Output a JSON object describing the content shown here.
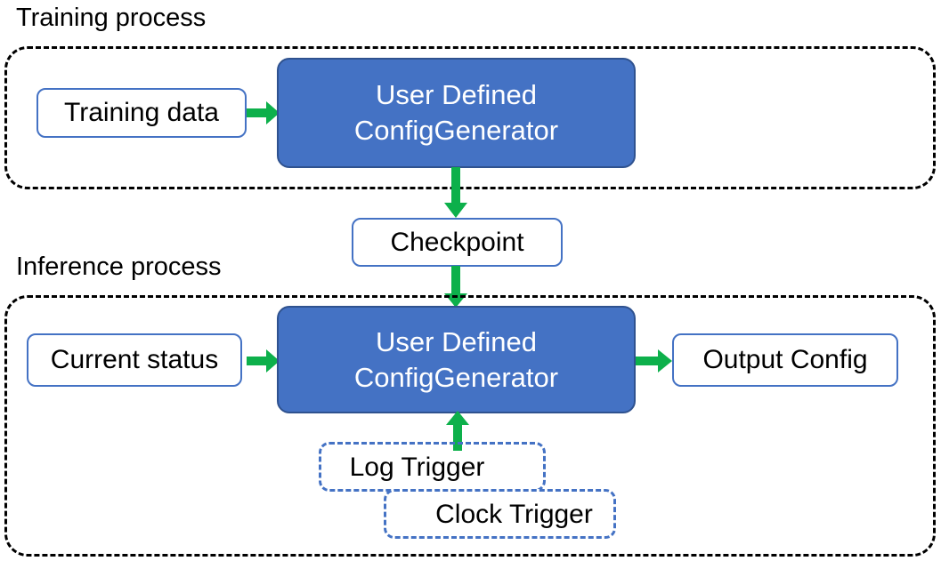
{
  "diagram": {
    "title_hidden": "",
    "groups": [
      {
        "id": "training",
        "caption": "Training process"
      },
      {
        "id": "inference",
        "caption": "Inference process"
      }
    ],
    "nodes": {
      "training_data": {
        "label": "Training data"
      },
      "train_generator": {
        "line1": "User Defined",
        "line2": "ConfigGenerator"
      },
      "checkpoint": {
        "label": "Checkpoint"
      },
      "current_status": {
        "label": "Current status"
      },
      "infer_generator": {
        "line1": "User Defined",
        "line2": "ConfigGenerator"
      },
      "output_config": {
        "label": "Output Config"
      },
      "log_trigger": {
        "label": "Log Trigger"
      },
      "clock_trigger": {
        "label": "Clock Trigger"
      }
    },
    "edges": [
      {
        "id": "e1",
        "from": "training_data",
        "to": "train_generator",
        "direction": "right"
      },
      {
        "id": "e2",
        "from": "train_generator",
        "to": "checkpoint",
        "direction": "down"
      },
      {
        "id": "e3",
        "from": "checkpoint",
        "to": "infer_generator",
        "direction": "down"
      },
      {
        "id": "e4",
        "from": "current_status",
        "to": "infer_generator",
        "direction": "right"
      },
      {
        "id": "e5",
        "from": "infer_generator",
        "to": "output_config",
        "direction": "right"
      },
      {
        "id": "e6",
        "from": "log_trigger",
        "to": "infer_generator",
        "direction": "up"
      }
    ],
    "colors": {
      "process_fill": "#4472C4",
      "process_border": "#2F528F",
      "node_border": "#4472C4",
      "node_fill": "#FFFFFF",
      "arrow": "#0DB04B",
      "group_border": "#000000",
      "text_dark": "#000000",
      "text_light": "#FFFFFF",
      "background": "#FFFFFF"
    }
  }
}
